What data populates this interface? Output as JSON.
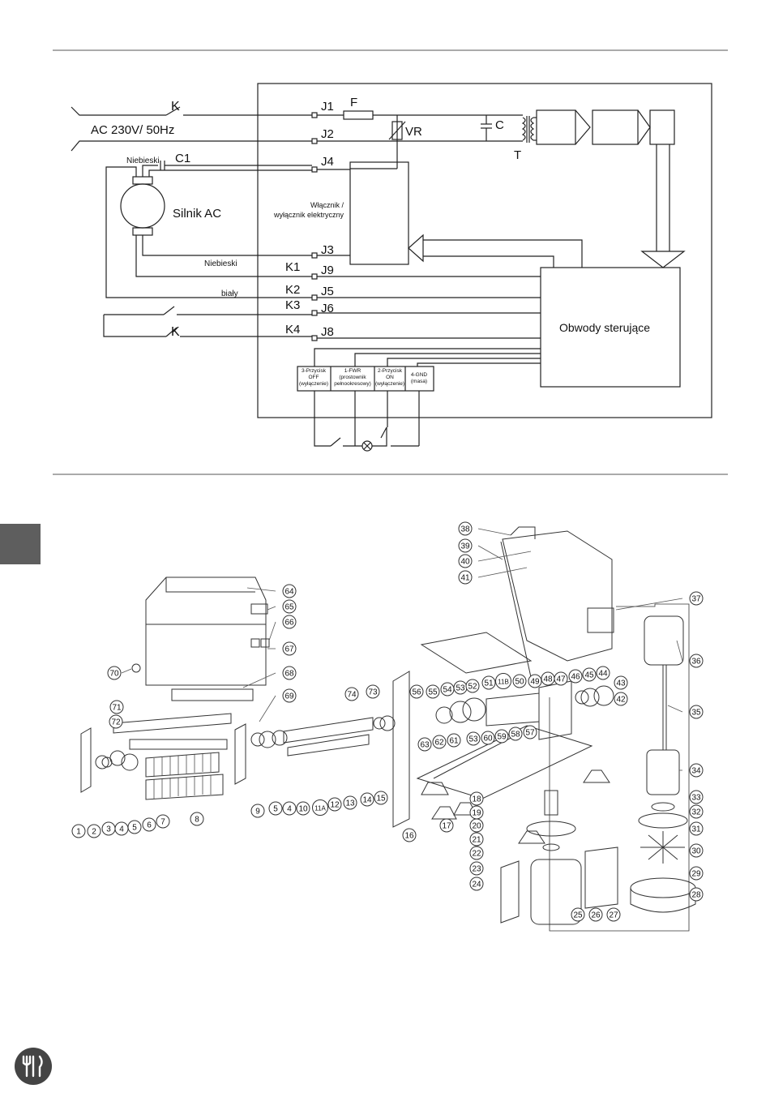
{
  "circuit": {
    "labels": {
      "k_top": "K",
      "ac": "AC 230V/ 50Hz",
      "j1": "J1",
      "f": "F",
      "j2": "J2",
      "vr": "VR",
      "c": "C",
      "t": "T",
      "niebieski_top": "Niebieski",
      "c1": "C1",
      "j4": "J4",
      "motor": "Silnik AC",
      "switch_line1": "Włącznik /",
      "switch_line2": "wyłącznik elektryczny",
      "j3": "J3",
      "niebieski_bottom": "Niebieski",
      "k1": "K1",
      "j9": "J9",
      "k2": "K2",
      "j5": "J5",
      "bialy": "biały",
      "k3": "K3",
      "j6": "J6",
      "k4": "K4",
      "j8": "J8",
      "k_bottom": "K",
      "control": "Obwody sterujące"
    },
    "terminals": [
      {
        "l1": "3-Przycisk",
        "l2": "OFF",
        "l3": "(wyłączenie)"
      },
      {
        "l1": "1-FWR",
        "l2": "(prostownik",
        "l3": "pełnookresowy)"
      },
      {
        "l1": "2-Przycisk",
        "l2": "ON",
        "l3": "(wyłączenie)"
      },
      {
        "l1": "4-GND",
        "l2": "(masa)",
        "l3": ""
      }
    ]
  },
  "parts": {
    "left": [
      "1",
      "2",
      "3",
      "4",
      "5",
      "6",
      "7",
      "8",
      "9",
      "5",
      "4",
      "10",
      "11A",
      "12",
      "13",
      "14",
      "15",
      "16",
      "17"
    ],
    "top": [
      "64",
      "65",
      "66",
      "67",
      "68",
      "69",
      "70",
      "71",
      "72",
      "73",
      "74",
      "56",
      "55",
      "54",
      "53",
      "52",
      "51",
      "11B",
      "50",
      "49",
      "48",
      "47",
      "46",
      "45",
      "44",
      "43",
      "42",
      "63",
      "62",
      "61",
      "53",
      "60",
      "59",
      "58",
      "57"
    ],
    "right": [
      "38",
      "39",
      "40",
      "41",
      "37",
      "36",
      "35",
      "34",
      "33",
      "32",
      "31",
      "30",
      "29",
      "28",
      "18",
      "19",
      "20",
      "21",
      "22",
      "23",
      "24",
      "25",
      "26",
      "27"
    ]
  }
}
